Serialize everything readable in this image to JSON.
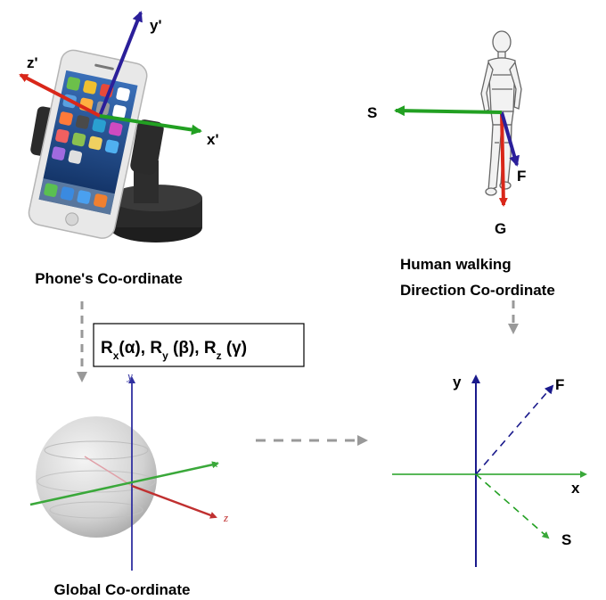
{
  "phone": {
    "caption": "Phone's Co-ordinate",
    "axis_y": "y'",
    "axis_z": "z'",
    "axis_x": "x'"
  },
  "human": {
    "caption_line1": "Human walking",
    "caption_line2": "Direction Co-ordinate",
    "axis_s": "S",
    "axis_f": "F",
    "axis_g": "G"
  },
  "rotation": {
    "r1": "R",
    "s1": "x",
    "a1": "(α), ",
    "r2": "R",
    "s2": "y",
    "a2": " (β), ",
    "r3": "R",
    "s3": "z",
    "a3": " (γ)"
  },
  "global": {
    "caption": "Global Co-ordinate",
    "axis_y": "y",
    "axis_x": "x",
    "axis_z": "z"
  },
  "result": {
    "axis_y": "y",
    "axis_x": "x",
    "axis_f": "F",
    "axis_s": "S"
  },
  "colors": {
    "red": "#d9271a",
    "green": "#22a022",
    "blue": "#2b1f9a",
    "navy": "#1a1a8c",
    "arrow_gray": "#999999"
  }
}
